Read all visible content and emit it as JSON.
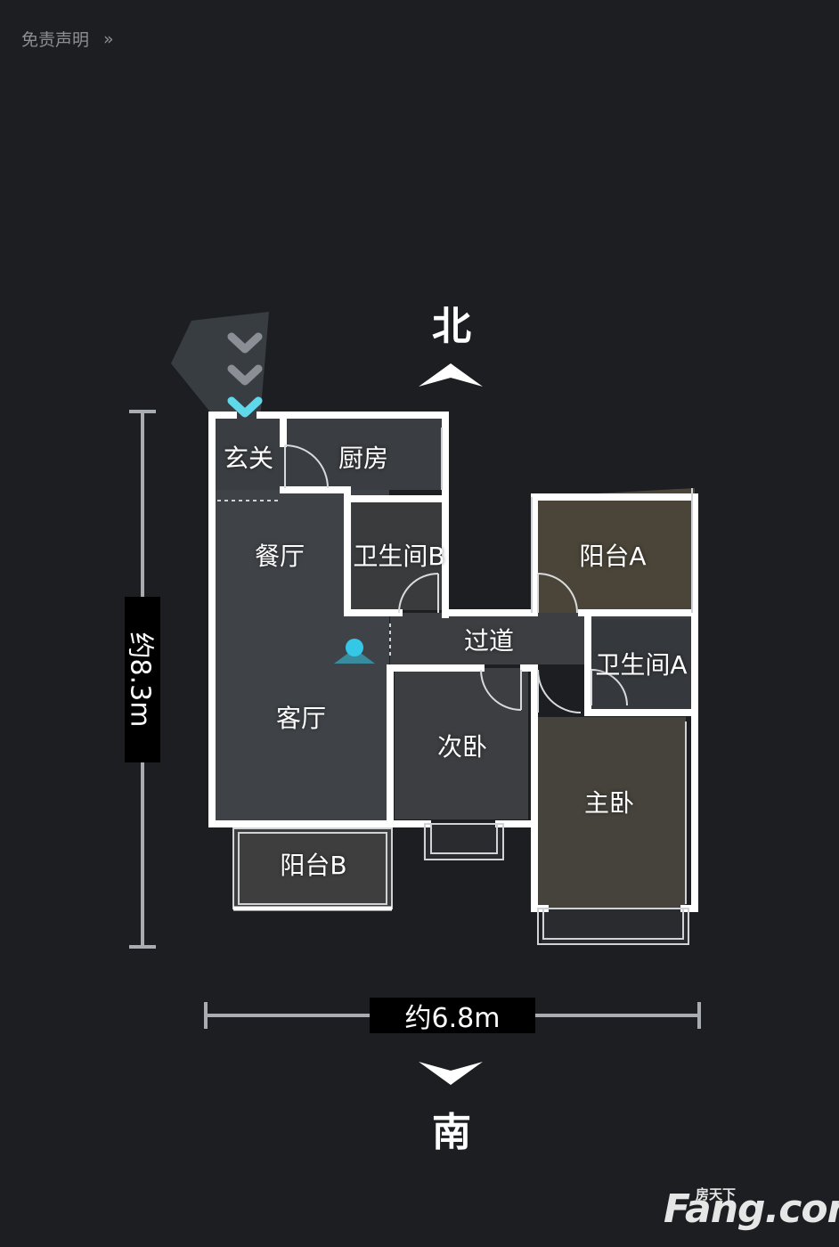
{
  "header": {
    "disclaimer_label": "免责声明",
    "chevron_icon": "double-chevron-right-icon"
  },
  "compass": {
    "north": "北",
    "south": "南"
  },
  "dimensions": {
    "width": "约6.8m",
    "height": "约8.3m"
  },
  "rooms": {
    "entry": "玄关",
    "kitchen": "厨房",
    "dining": "餐厅",
    "bath_b": "卫生间B",
    "balcony_a": "阳台A",
    "corridor": "过道",
    "bath_a": "卫生间A",
    "living": "客厅",
    "second_bedroom": "次卧",
    "master_bedroom": "主卧",
    "balcony_b": "阳台B"
  },
  "logo": {
    "brand": "Fang.com",
    "cn": "房天下"
  },
  "colors": {
    "background": "#1d1e21",
    "wall": "#ffffff",
    "accent": "#35c7e6"
  }
}
